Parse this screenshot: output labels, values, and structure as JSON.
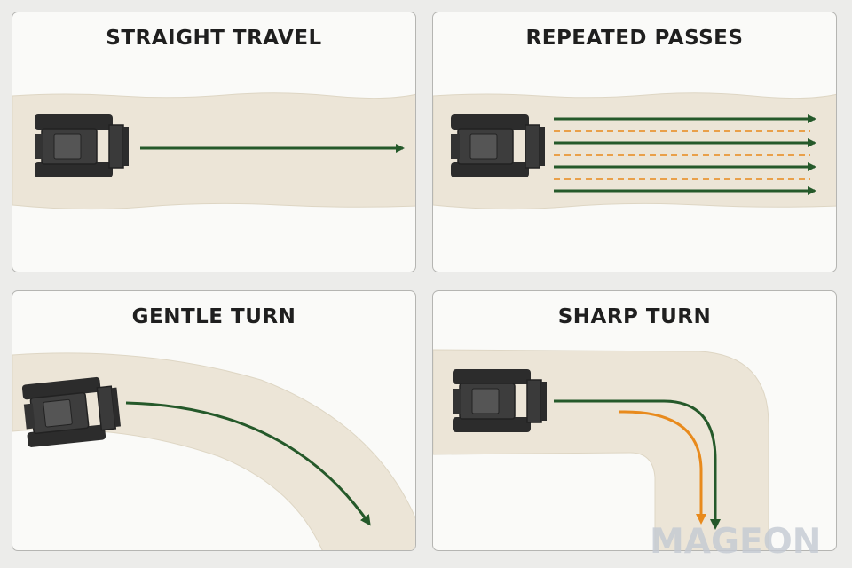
{
  "panels": [
    {
      "id": "straight",
      "title": "STRAIGHT TRAVEL"
    },
    {
      "id": "repeated",
      "title": "REPEATED PASSES"
    },
    {
      "id": "gentle",
      "title": "GENTLE TURN"
    },
    {
      "id": "sharp",
      "title": "SHARP TURN"
    }
  ],
  "watermark": "MAGEON",
  "colors": {
    "sand": "#ece5d7",
    "sand_edge": "#ded6c4",
    "arrow_green": "#25592a",
    "arrow_orange": "#e88a1c",
    "machine_body": "#3a3a3a",
    "machine_track": "#2c2c2c"
  },
  "icons": [
    "tracked-machine-icon",
    "arrow-icon",
    "dashed-line-icon"
  ]
}
